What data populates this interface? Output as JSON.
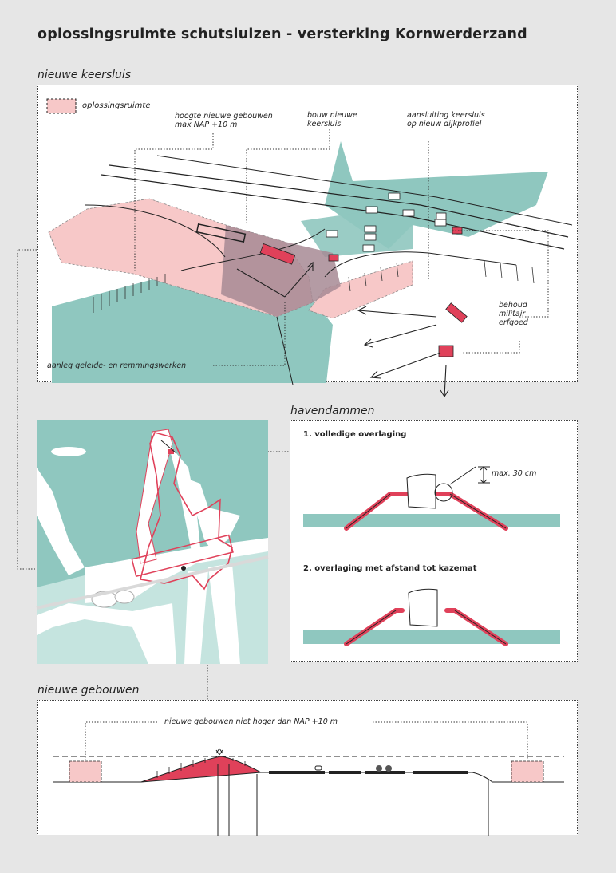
{
  "title": "oplossingsruimte schutsluizen - versterking Kornwerderzand",
  "sections": {
    "keersluis": {
      "label": "nieuwe keersluis",
      "legend": "oplossingsruimte",
      "annotations": {
        "height": "hoogte nieuwe gebouwen\nmax NAP +10 m",
        "build": "bouw nieuwe\nkeersluis",
        "connection": "aansluiting keersluis\nop nieuw dijkprofiel",
        "heritage": "behoud\nmilitair\nerfgoed",
        "works": "aanleg geleide- en remmingswerken"
      }
    },
    "havendammen": {
      "label": "havendammen",
      "option1": "1. volledige overlaging",
      "option1_note": "max. 30 cm",
      "option2": "2. overlaging met afstand tot kazemat"
    },
    "gebouwen": {
      "label": "nieuwe gebouwen",
      "note": "nieuwe gebouwen niet hoger dan NAP +10 m"
    }
  },
  "colors": {
    "background": "#e6e6e6",
    "water": "#8fc7bf",
    "water_light": "#c5e4df",
    "solution_space": "#f7c8c8",
    "accent_red": "#e0415a",
    "overlap": "#a78a94"
  }
}
